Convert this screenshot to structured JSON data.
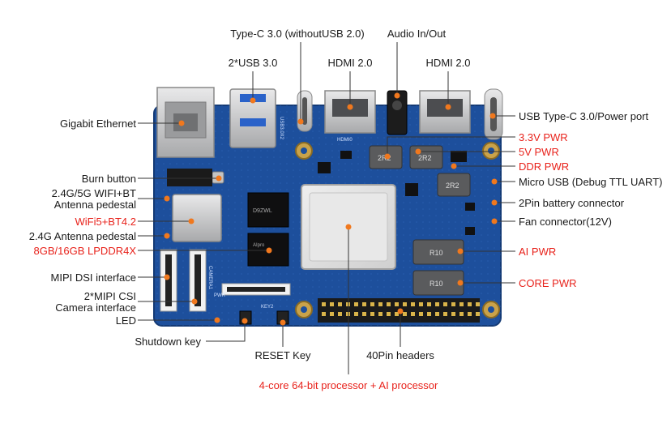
{
  "labels": {
    "typec_top": "Type-C 3.0 (withoutUSB 2.0)",
    "audio": "Audio In/Out",
    "usb3": "2*USB 3.0",
    "hdmi1": "HDMI 2.0",
    "hdmi2": "HDMI 2.0",
    "ethernet": "Gigabit Ethernet",
    "usb_power": "USB Type-C 3.0/Power port",
    "pwr33": "3.3V PWR",
    "pwr5": "5V PWR",
    "ddr_pwr": "DDR PWR",
    "micro_usb": "Micro USB (Debug TTL UART)",
    "burn": "Burn button",
    "wifi_ant_1": "2.4G/5G WIFI+BT",
    "wifi_ant_2": "Antenna pedestal",
    "battery": "2Pin battery connector",
    "wifi": "WiFi5+BT4.2",
    "fan": "Fan connector(12V)",
    "ant24": "2.4G Antenna pedestal",
    "lpddr": "8GB/16GB LPDDR4X",
    "ai_pwr": "AI PWR",
    "mipi_dsi": "MIPI DSI interface",
    "core_pwr": "CORE PWR",
    "csi_1": "2*MIPI CSI",
    "csi_2": "Camera interface",
    "led": "LED",
    "shutdown": "Shutdown key",
    "reset": "RESET Key",
    "pin40": "40Pin headers",
    "processor": "4-core 64-bit processor + AI processor"
  },
  "board_text": {
    "hdmi_label": "HDMI0",
    "r1": "2R2",
    "r2": "2R2",
    "r3": "2R2",
    "r4": "R10",
    "r5": "R10",
    "ai_label": "AIpro",
    "cam_label": "CAMERA1",
    "ram_text": "D9ZWL",
    "usb_silk": "USB3.0X2",
    "led_silk": "PWR",
    "key_silk": "KEY2"
  },
  "colors": {
    "board": "#1d4f9c",
    "board_dark": "#163e7d",
    "accent_red": "#e8221b",
    "leader_dot": "#f0781e",
    "text": "#1a1a1a"
  }
}
